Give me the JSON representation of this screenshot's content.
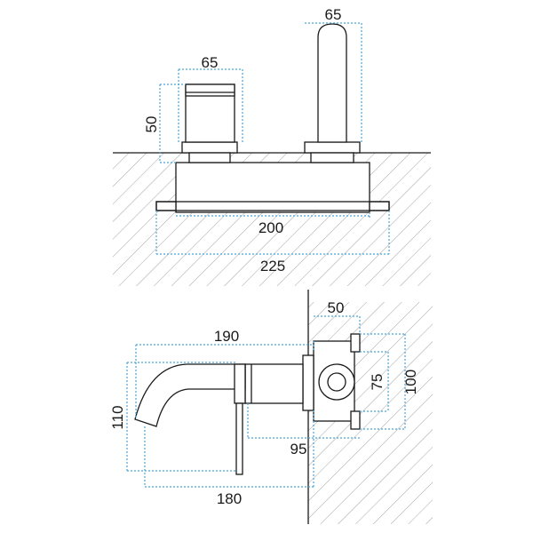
{
  "diagram": {
    "top_view": {
      "label_handle_width": "65",
      "label_spout_width": "65",
      "label_handle_height": "50",
      "label_body_width": "200",
      "label_plate_width": "225"
    },
    "side_view": {
      "label_wall_depth": "50",
      "label_spout_reach": "190",
      "label_spout_height": "110",
      "label_total_length": "180",
      "label_body_offset": "95",
      "label_body_height": "75",
      "label_plate_height": "100"
    },
    "colors": {
      "dimension_line": "#4aa3d8",
      "outline": "#1a1a1a",
      "hatch": "#9a9a9a"
    }
  }
}
